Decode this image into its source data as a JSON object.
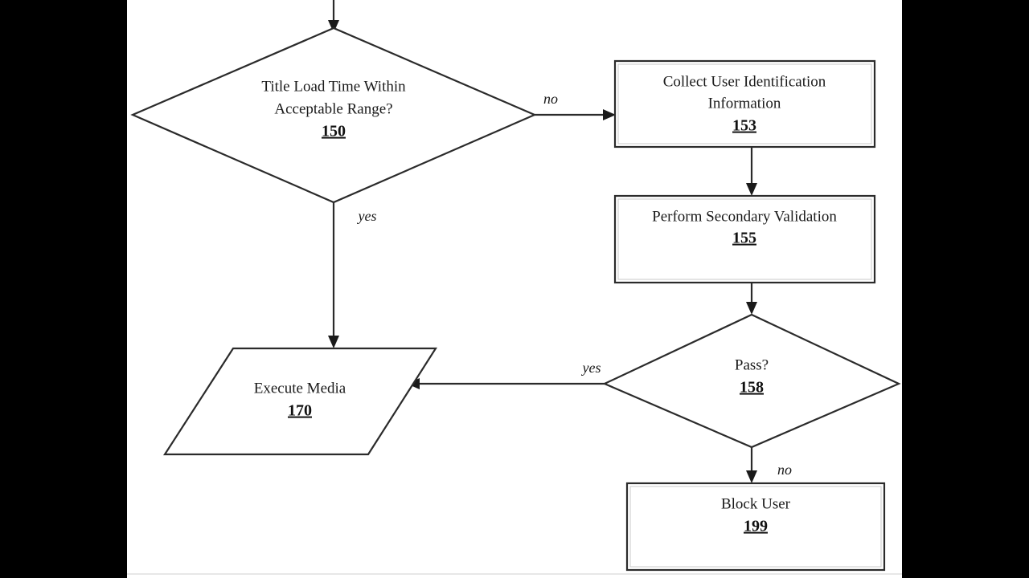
{
  "figure": {
    "kind": "flowchart",
    "background_color": "#000000",
    "canvas_color": "#ffffff",
    "line_color": "#2b2b2b"
  },
  "nodes": {
    "decision_load_time": {
      "shape": "diamond",
      "line1": "Title Load Time Within",
      "line2": "Acceptable Range?",
      "ref": "150"
    },
    "collect_user_id": {
      "shape": "process",
      "line1": "Collect User Identification",
      "line2": "Information",
      "ref": "153"
    },
    "secondary_validation": {
      "shape": "process",
      "line1": "Perform Secondary Validation",
      "line2": "",
      "ref": "155"
    },
    "decision_pass": {
      "shape": "diamond",
      "line1": "Pass?",
      "line2": "",
      "ref": "158"
    },
    "execute_media": {
      "shape": "parallelogram",
      "line1": "Execute Media",
      "line2": "",
      "ref": "170"
    },
    "block_user": {
      "shape": "process",
      "line1": "Block User",
      "line2": "",
      "ref": "199"
    }
  },
  "edges": {
    "entry_to_decision150": {
      "label": ""
    },
    "decision150_no": {
      "label": "no"
    },
    "decision150_yes": {
      "label": "yes"
    },
    "collect153_to_validate155": {
      "label": ""
    },
    "validate155_to_pass158": {
      "label": ""
    },
    "pass158_yes": {
      "label": "yes"
    },
    "pass158_no": {
      "label": "no"
    }
  }
}
